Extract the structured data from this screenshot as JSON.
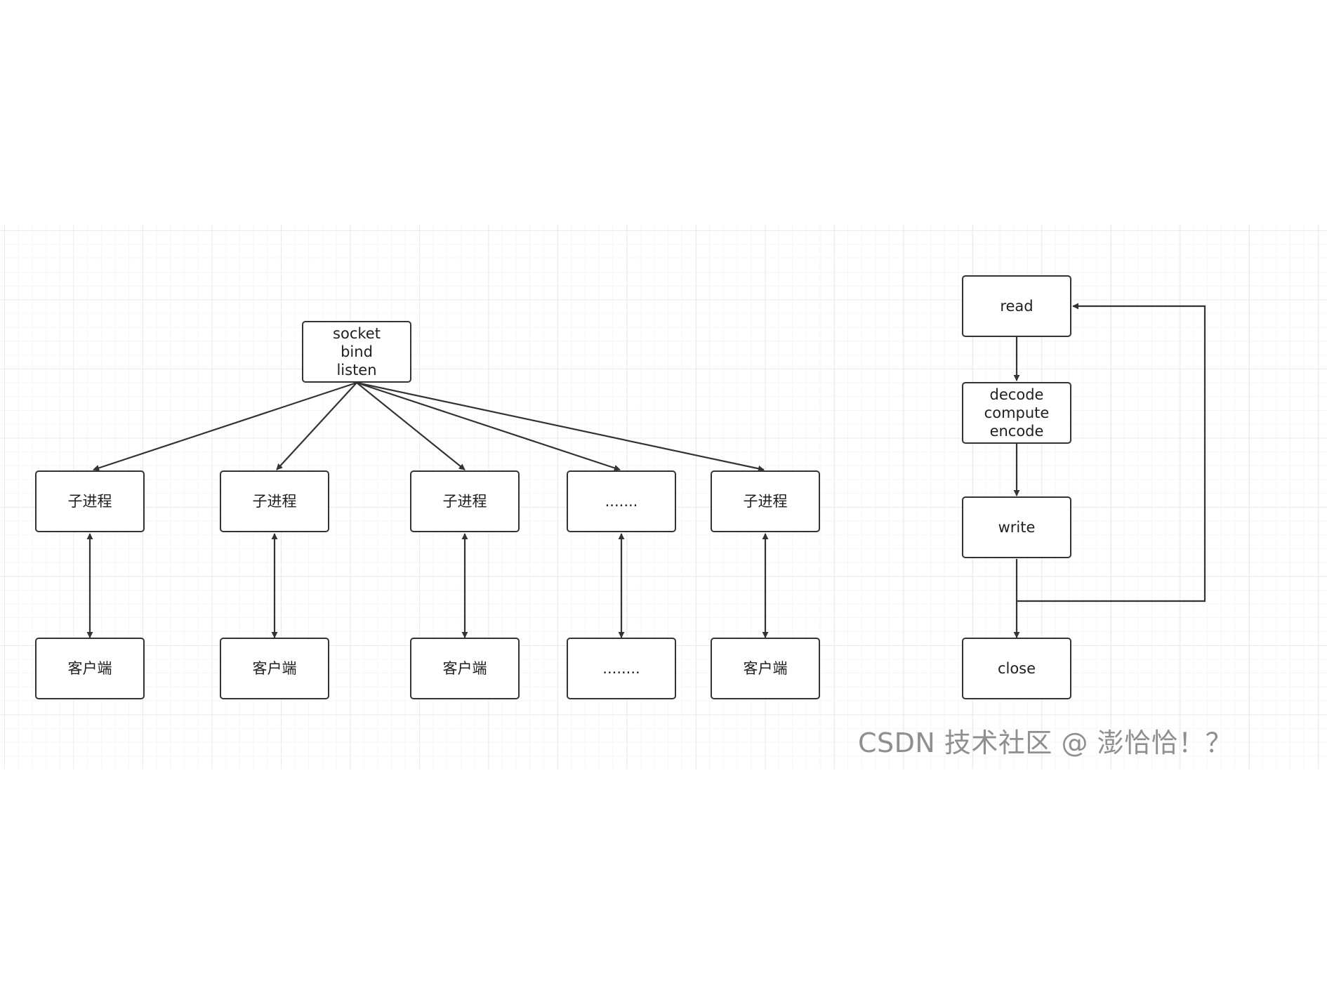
{
  "master": {
    "lines": [
      "socket",
      "bind",
      "listen"
    ]
  },
  "workers": [
    {
      "label": "子进程",
      "client": "客户端"
    },
    {
      "label": "子进程",
      "client": "客户端"
    },
    {
      "label": "子进程",
      "client": "客户端"
    },
    {
      "label": ".......",
      "client": "........"
    },
    {
      "label": "子进程",
      "client": "客户端"
    }
  ],
  "loop": {
    "read": "read",
    "process": [
      "decode",
      "compute",
      "encode"
    ],
    "write": "write",
    "close": "close"
  },
  "watermark": "CSDN 技术社区 @ 澎恰恰！？",
  "colors": {
    "stroke": "#333333",
    "grid": "#ebebeb",
    "watermark": "#8f8f8f"
  }
}
